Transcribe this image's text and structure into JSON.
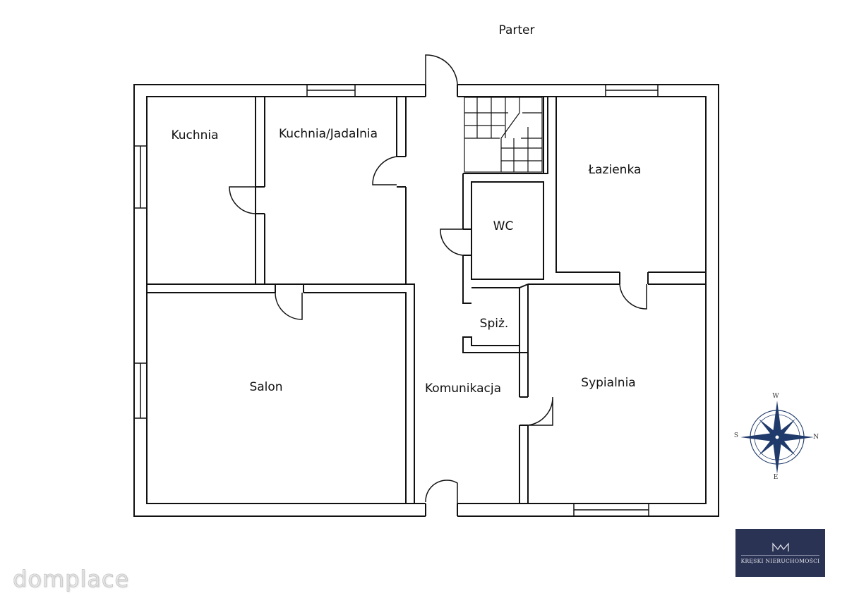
{
  "title": "Parter",
  "rooms": {
    "kuchnia": "Kuchnia",
    "kuchnia_jadalnia": "Kuchnia/Jadalnia",
    "lazienka": "Łazienka",
    "wc": "WC",
    "spiz": "Spiż.",
    "salon": "Salon",
    "komunikacja": "Komunikacja",
    "sypialnia": "Sypialnia"
  },
  "compass": {
    "w": "W",
    "s": "S",
    "n": "N",
    "e": "E",
    "color": "#1f3a6b"
  },
  "logo": {
    "text": "KRĘSKI NIERUCHOMOŚCI",
    "background": "#2a3354"
  },
  "watermark": "domplace"
}
